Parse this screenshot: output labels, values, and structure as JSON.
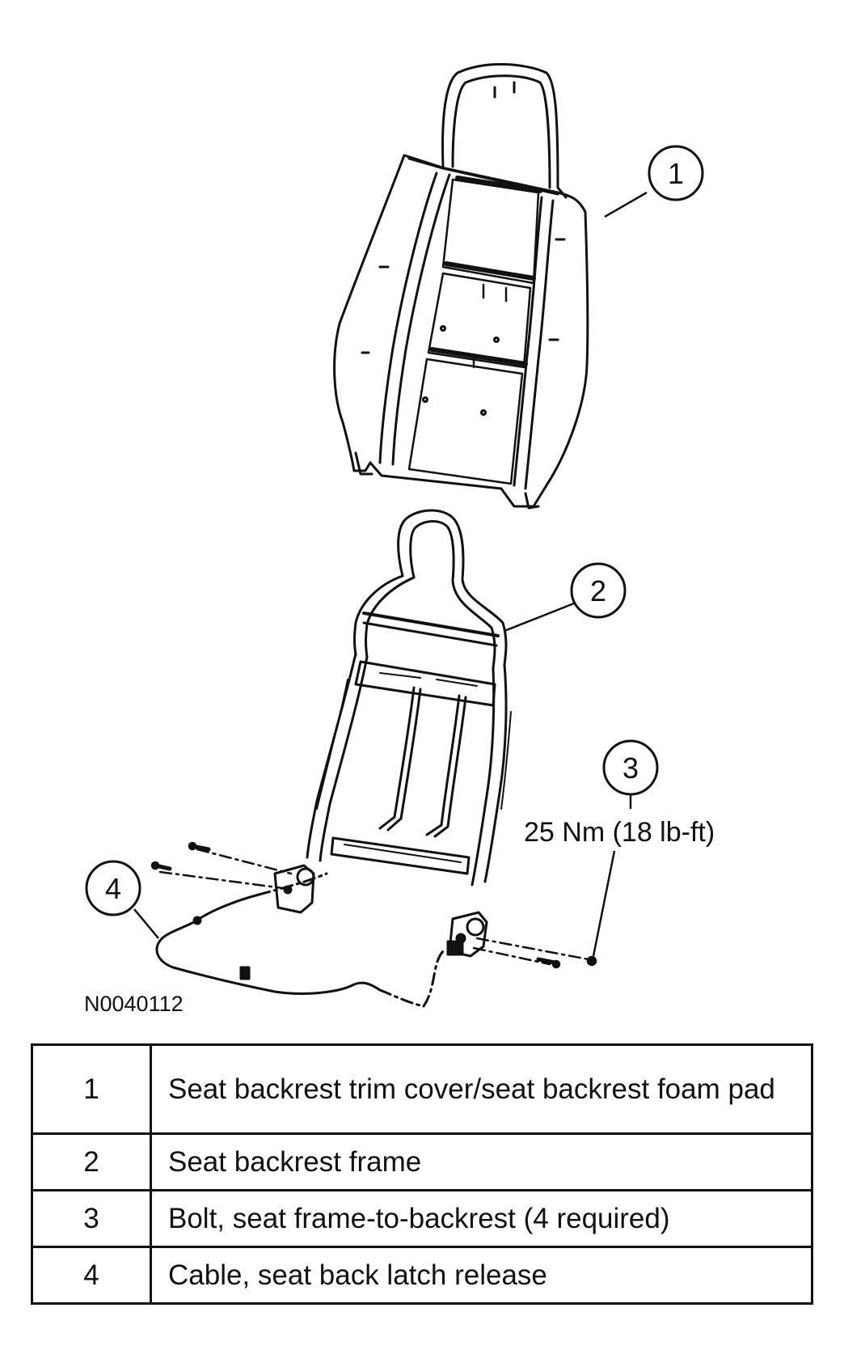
{
  "figure_id": "N0040112",
  "torque_spec": "25 Nm (18 lb-ft)",
  "callouts": [
    "1",
    "2",
    "3",
    "4"
  ],
  "legend": [
    {
      "number": "1",
      "description": "Seat backrest trim cover/seat backrest foam pad"
    },
    {
      "number": "2",
      "description": "Seat backrest frame"
    },
    {
      "number": "3",
      "description": "Bolt, seat frame-to-backrest (4 required)"
    },
    {
      "number": "4",
      "description": "Cable, seat back latch release"
    }
  ]
}
